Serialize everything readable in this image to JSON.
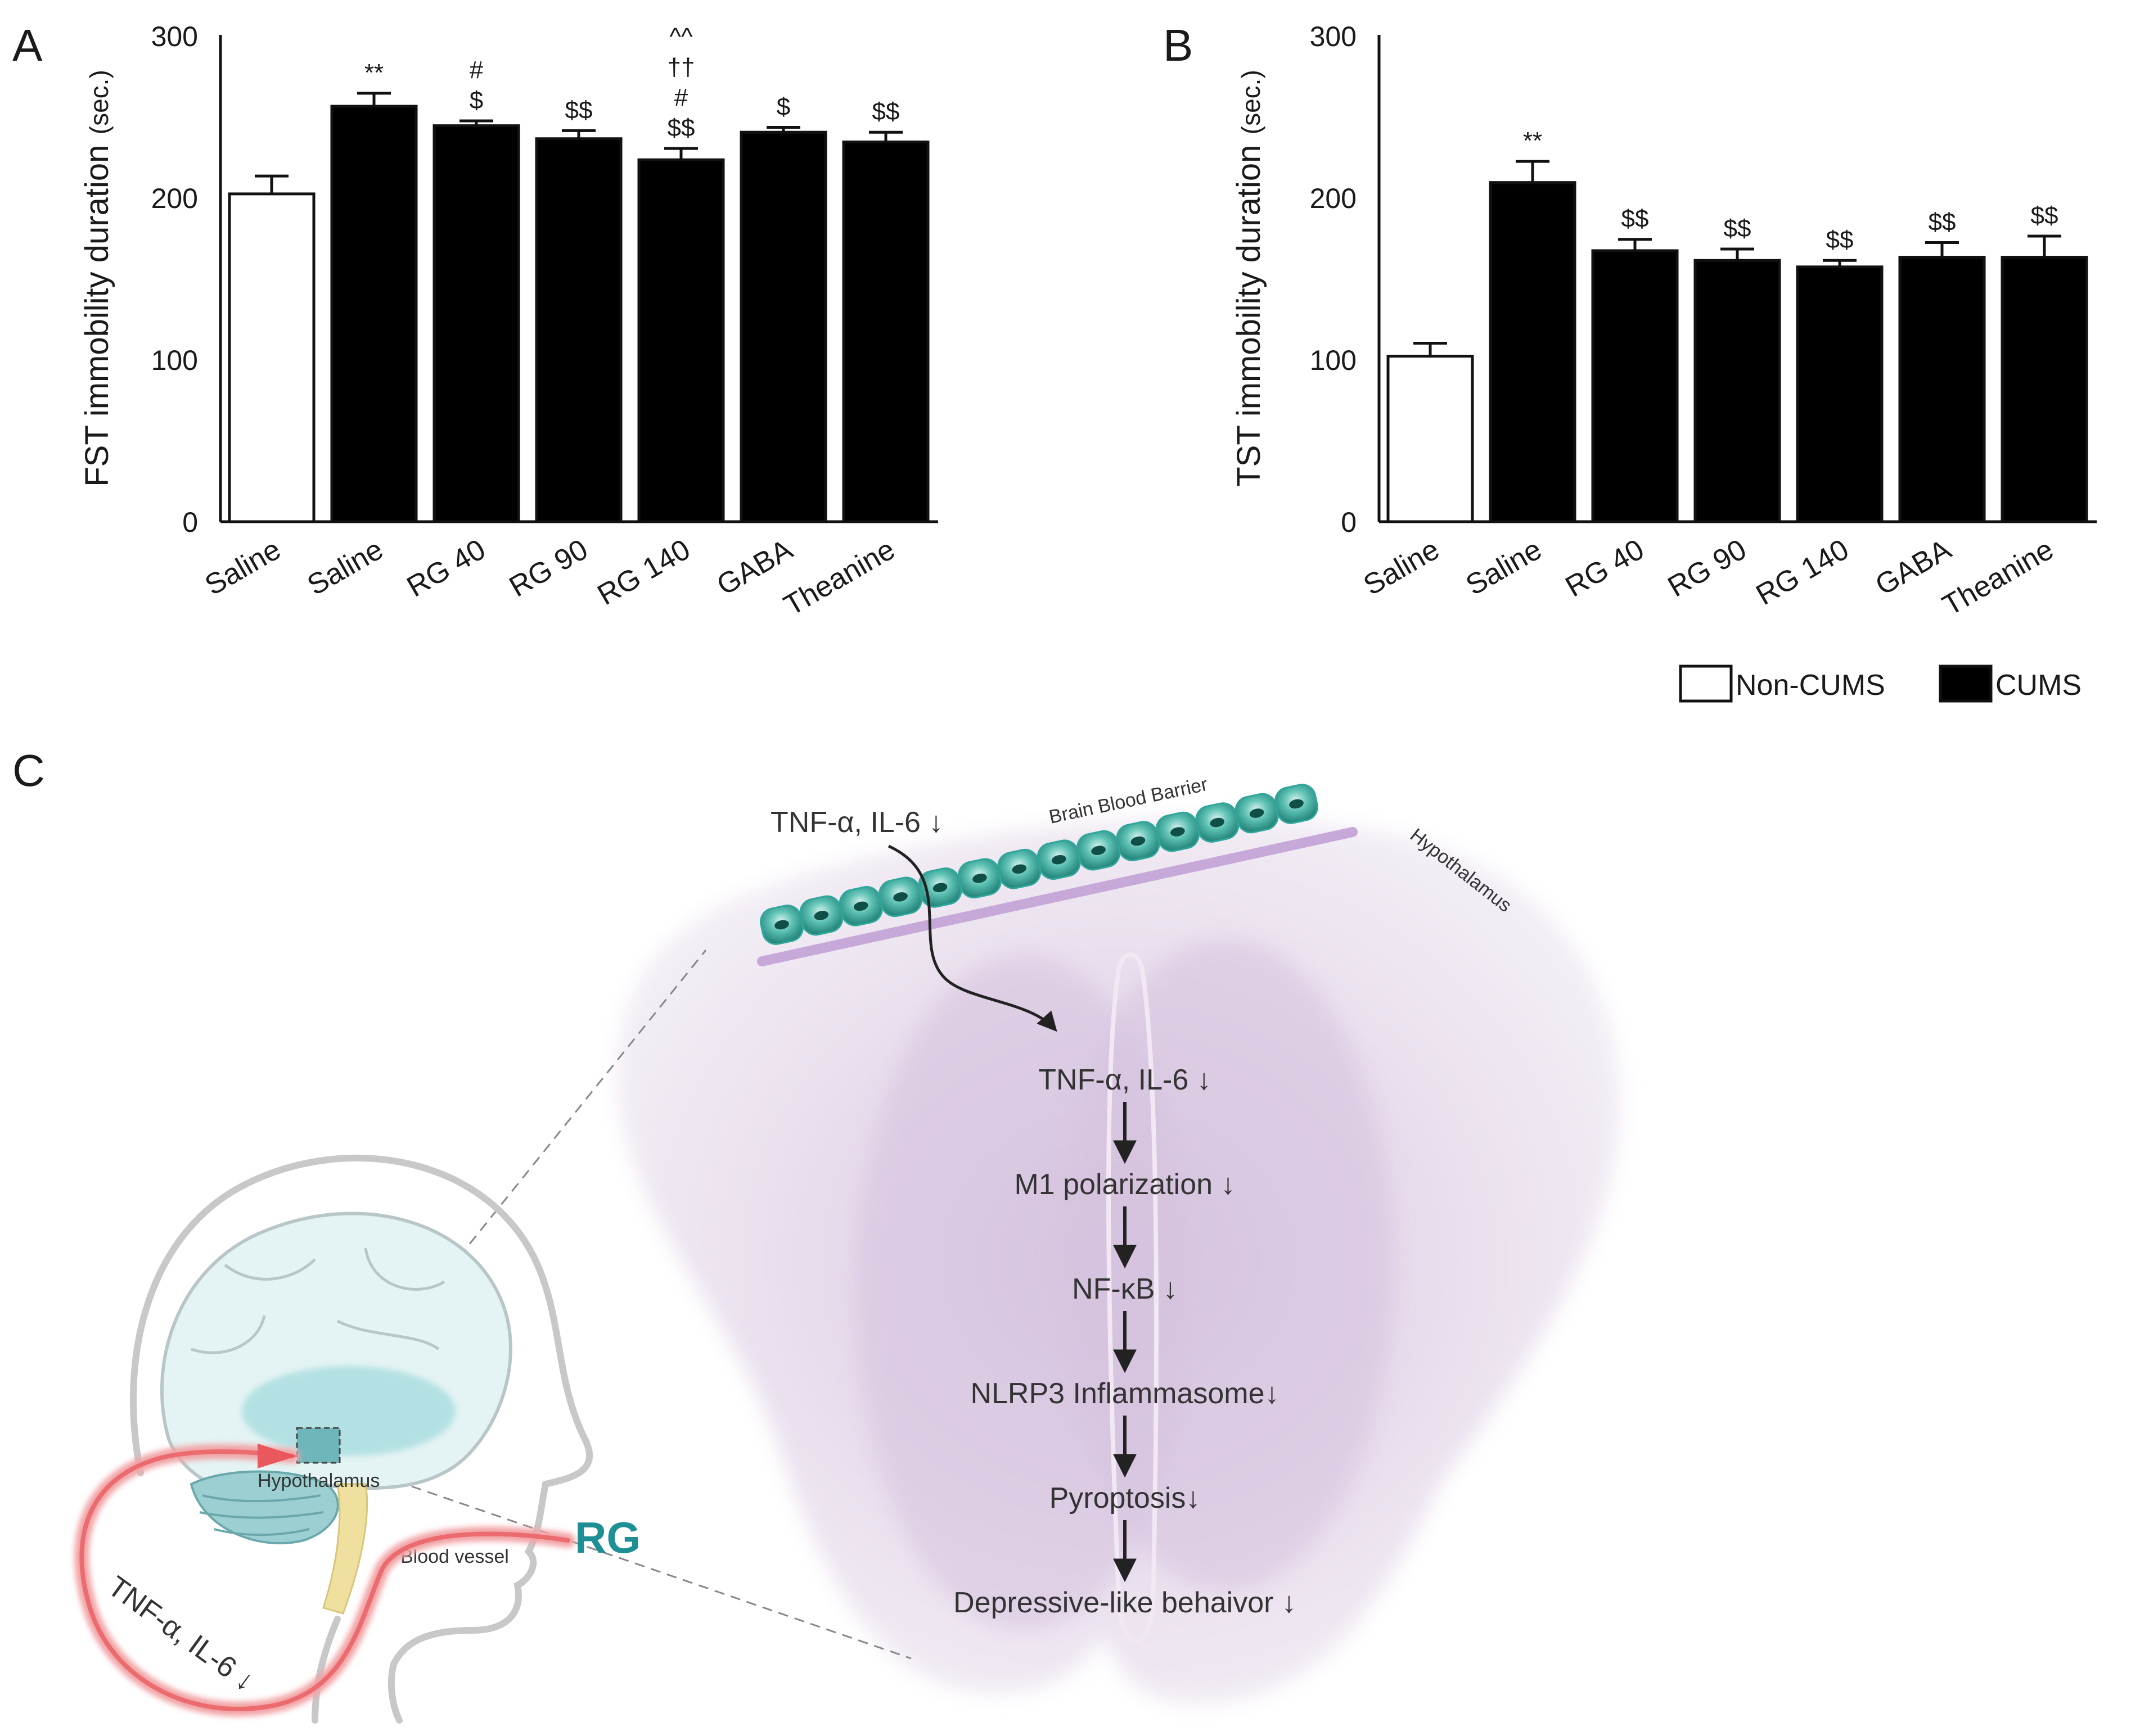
{
  "chart_data": [
    {
      "panel": "A",
      "type": "bar",
      "ylabel": "FST immobility duration",
      "yunit": "(sec.)",
      "ylim": [
        0,
        300
      ],
      "yticks": [
        "0",
        "100",
        "200",
        "300"
      ],
      "categories": [
        "Saline",
        "Saline",
        "RG 40",
        "RG 90",
        "RG 140",
        "GABA",
        "Theanine"
      ],
      "values": [
        202,
        256,
        244,
        236,
        223,
        240,
        234
      ],
      "errors": [
        11,
        8,
        3,
        5,
        7,
        3,
        6
      ],
      "groups": [
        "Non-CUMS",
        "CUMS",
        "CUMS",
        "CUMS",
        "CUMS",
        "CUMS",
        "CUMS"
      ],
      "significance": [
        [],
        [
          "**"
        ],
        [
          "$",
          "#"
        ],
        [
          "$$"
        ],
        [
          "$$",
          "#",
          "††",
          "^^"
        ],
        [
          "$"
        ],
        [
          "$$"
        ]
      ]
    },
    {
      "panel": "B",
      "type": "bar",
      "ylabel": "TST immobility duration",
      "yunit": "(sec.)",
      "ylim": [
        0,
        300
      ],
      "yticks": [
        "0",
        "100",
        "200",
        "300"
      ],
      "categories": [
        "Saline",
        "Saline",
        "RG 40",
        "RG 90",
        "RG 140",
        "GABA",
        "Theanine"
      ],
      "values": [
        102,
        209,
        167,
        161,
        157,
        163,
        163
      ],
      "errors": [
        8,
        13,
        7,
        7,
        4,
        9,
        13
      ],
      "groups": [
        "Non-CUMS",
        "CUMS",
        "CUMS",
        "CUMS",
        "CUMS",
        "CUMS",
        "CUMS"
      ],
      "significance": [
        [],
        [
          "**"
        ],
        [
          "$$"
        ],
        [
          "$$"
        ],
        [
          "$$"
        ],
        [
          "$$"
        ],
        [
          "$$"
        ]
      ]
    }
  ],
  "legend": {
    "non_cums": "Non-CUMS",
    "cums": "CUMS",
    "non_cums_color": "#ffffff",
    "cums_color": "#000000"
  },
  "panels": {
    "a": "A",
    "b": "B",
    "c": "C"
  },
  "diagram": {
    "top_cytokines": "TNF-α, IL-6 ↓",
    "bbb_label": "Brain Blood Barrier",
    "hypothalamus_region": "Hypothalamus",
    "steps": [
      "TNF-α, IL-6 ↓",
      "M1 polarization ↓",
      "NF-κB ↓",
      "NLRP3 Inflammasome↓",
      "Pyroptosis↓",
      "Depressive-like behaivor ↓"
    ],
    "brain_hypothalamus": "Hypothalamus",
    "blood_vessel": "Blood vessel",
    "rg": "RG",
    "vessel_cytokines": "TNF-α, IL-6 ↓",
    "colors": {
      "cell_fill": "#2fa79b",
      "membrane": "#c7a9d9",
      "hypothalamus_bg": "#e6dcea",
      "vessel": "#e8585c",
      "rg": "#1f8f96"
    }
  }
}
